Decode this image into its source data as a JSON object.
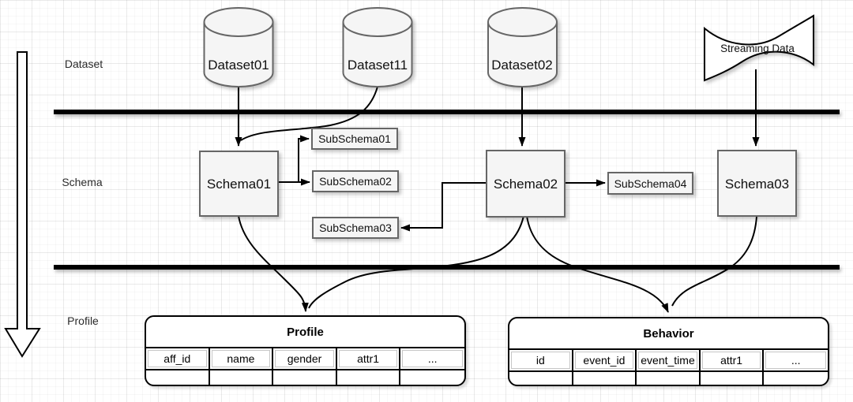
{
  "lanes": {
    "dataset": "Dataset",
    "schema": "Schema",
    "profile": "Profile"
  },
  "nodes": {
    "dataset01": "Dataset01",
    "dataset11": "Dataset11",
    "dataset02": "Dataset02",
    "streaming": "Streaming Data",
    "schema01": "Schema01",
    "schema02": "Schema02",
    "schema03": "Schema03",
    "subschema01": "SubSchema01",
    "subschema02": "SubSchema02",
    "subschema03": "SubSchema03",
    "subschema04": "SubSchema04"
  },
  "tables": {
    "profile": {
      "title": "Profile",
      "columns": [
        "aff_id",
        "name",
        "gender",
        "attr1",
        "..."
      ]
    },
    "behavior": {
      "title": "Behavior",
      "columns": [
        "id",
        "event_id",
        "event_time",
        "attr1",
        "..."
      ]
    }
  },
  "colors": {
    "node_fill": "#f5f5f5",
    "node_stroke": "#666666",
    "edge": "#000000",
    "divider": "#000000",
    "background": "#ffffff"
  }
}
